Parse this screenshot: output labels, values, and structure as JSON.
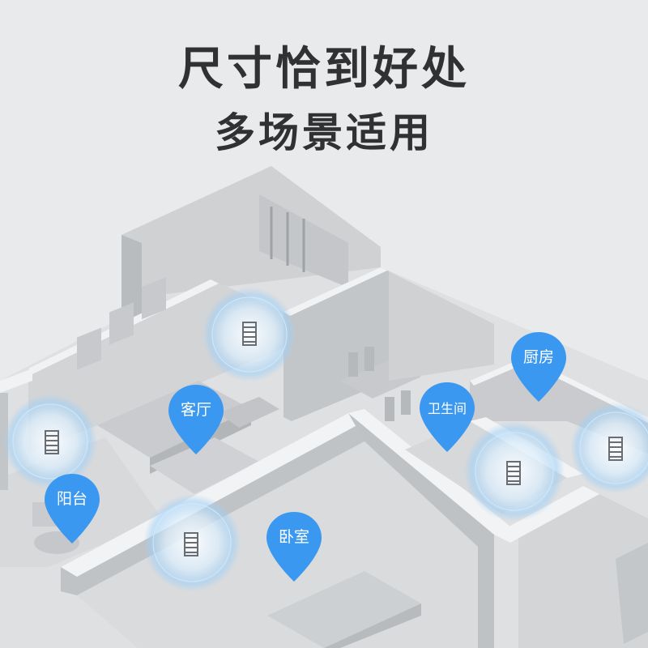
{
  "headline": {
    "line1": "尺寸恰到好处",
    "line2": "多场景适用"
  },
  "colors": {
    "pin": "#3b98f0",
    "glow": "#8cc8f5",
    "title": "#2f3133",
    "background": "#e9eaeb"
  },
  "rooms": [
    {
      "id": "living",
      "label": "客厅",
      "icon": "location-pin-icon"
    },
    {
      "id": "balcony",
      "label": "阳台",
      "icon": "location-pin-icon"
    },
    {
      "id": "bedroom",
      "label": "卧室",
      "icon": "location-pin-icon"
    },
    {
      "id": "bathroom",
      "label": "卫生间",
      "icon": "location-pin-icon"
    },
    {
      "id": "kitchen",
      "label": "厨房",
      "icon": "location-pin-icon"
    }
  ],
  "product_markers": [
    {
      "icon": "towel-rack-icon"
    },
    {
      "icon": "towel-rack-icon"
    },
    {
      "icon": "towel-rack-icon"
    },
    {
      "icon": "towel-rack-icon"
    },
    {
      "icon": "towel-rack-icon"
    }
  ]
}
